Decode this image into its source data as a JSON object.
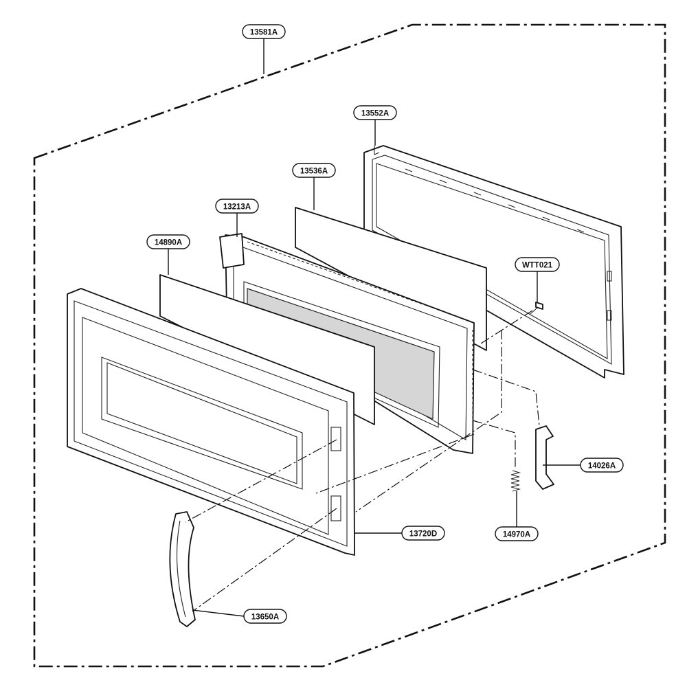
{
  "parts": [
    {
      "id": "assembly",
      "label": "13581A"
    },
    {
      "id": "door-inner-frame",
      "label": "13552A"
    },
    {
      "id": "door-shield-panel",
      "label": "13536A"
    },
    {
      "id": "door-frame-assembly",
      "label": "13213A"
    },
    {
      "id": "door-glass-panel",
      "label": "14890A"
    },
    {
      "id": "screw",
      "label": "WTT021"
    },
    {
      "id": "latch-hook",
      "label": "14026A"
    },
    {
      "id": "spring",
      "label": "14970A"
    },
    {
      "id": "door-front-panel",
      "label": "13720D"
    },
    {
      "id": "door-handle",
      "label": "13650A"
    }
  ]
}
